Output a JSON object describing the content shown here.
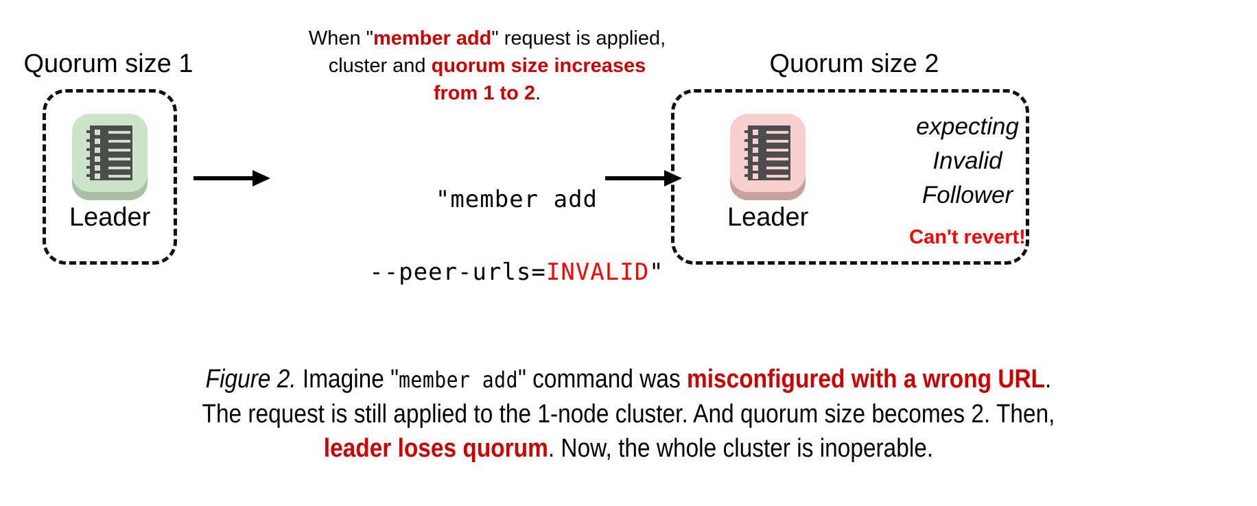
{
  "figure": {
    "left_cluster": {
      "title": "Quorum size 1",
      "node_label": "Leader",
      "icon_name": "server-rack-icon",
      "icon_color": "#cde3ca"
    },
    "right_cluster": {
      "title": "Quorum size 2",
      "node_label": "Leader",
      "icon_name": "server-rack-icon",
      "icon_color": "#f7cfcf",
      "status_line_1": "expecting",
      "status_line_2": "Invalid",
      "status_line_3": "Follower",
      "warning": "Can't revert!"
    },
    "annotation": {
      "line1_a": "When \"",
      "line1_b": "member add",
      "line1_c": "\" request is applied,",
      "line2_a": "cluster and ",
      "line2_b": "quorum size increases",
      "line3_b": "from 1 to 2",
      "line3_c": "."
    },
    "command": {
      "line1": "\"member add",
      "line2_a": "--peer-urls=",
      "line2_b": "INVALID",
      "line2_c": "\""
    },
    "caption": {
      "label": "Figure 2.",
      "seg1": " Imagine \"",
      "code1": "member add",
      "seg2": "\" command was ",
      "red1": "misconfigured with a wrong URL",
      "seg3": ".",
      "line2": "The request is still applied to the 1-node cluster. And quorum size becomes 2. Then,",
      "red2": "leader loses quorum",
      "seg4": ". Now, the whole cluster is inoperable."
    },
    "colors": {
      "accent_red": "#cc0000",
      "alert_red": "#ff0000",
      "node_ok": "#cde3ca",
      "node_bad": "#f7cfcf",
      "rack": "#4d4d4d"
    }
  }
}
